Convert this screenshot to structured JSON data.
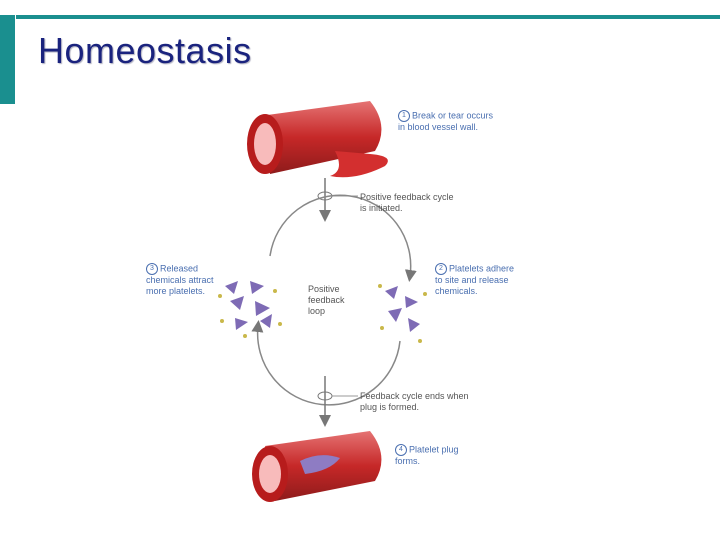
{
  "slide": {
    "title": "Homeostasis"
  },
  "diagram": {
    "step1": {
      "num": "1",
      "text": "Break or tear occurs in blood vessel wall."
    },
    "initiated": "Positive feedback cycle is initiated.",
    "step2": {
      "num": "2",
      "text": "Platelets adhere to site and release chemicals."
    },
    "step3": {
      "num": "3",
      "text": "Released chemicals attract more platelets."
    },
    "loop_label": "Positive feedback loop",
    "ends": "Feedback cycle ends when plug is formed.",
    "step4": {
      "num": "4",
      "text": "Platelet plug forms."
    }
  },
  "colors": {
    "accent": "#1a8f8f",
    "title": "#1a237e",
    "label": "#4a6fb0",
    "vessel": "#c62828",
    "platelet": "#7e6bb5"
  }
}
